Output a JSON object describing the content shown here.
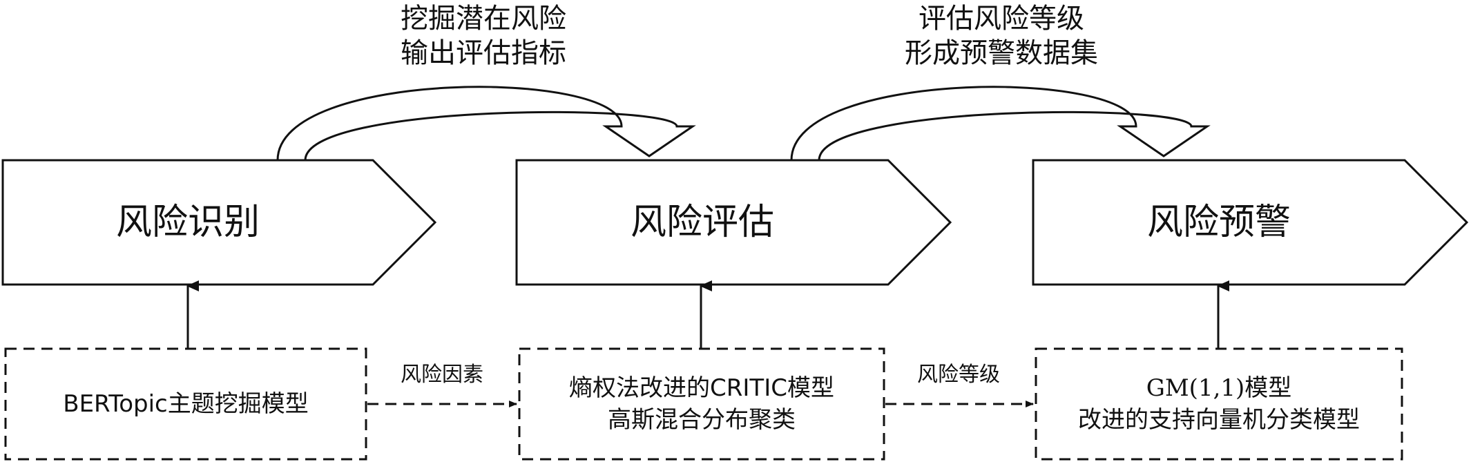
{
  "stages": [
    {
      "label": "风险识别"
    },
    {
      "label": "风险评估"
    },
    {
      "label": "风险预警"
    }
  ],
  "transitions": [
    {
      "lines": [
        "挖掘潜在风险",
        "输出评估指标"
      ]
    },
    {
      "lines": [
        "评估风险等级",
        "形成预警数据集"
      ]
    }
  ],
  "methods": [
    {
      "lines": [
        "BERTopic主题挖掘模型"
      ]
    },
    {
      "lines": [
        "熵权法改进的CRITIC模型",
        "高斯混合分布聚类"
      ]
    },
    {
      "lines": [
        "GM(1,1)模型",
        "改进的支持向量机分类模型"
      ]
    }
  ],
  "method_links": [
    {
      "label": "风险因素"
    },
    {
      "label": "风险等级"
    }
  ],
  "colors": {
    "stroke": "#111111",
    "background": "#ffffff"
  }
}
